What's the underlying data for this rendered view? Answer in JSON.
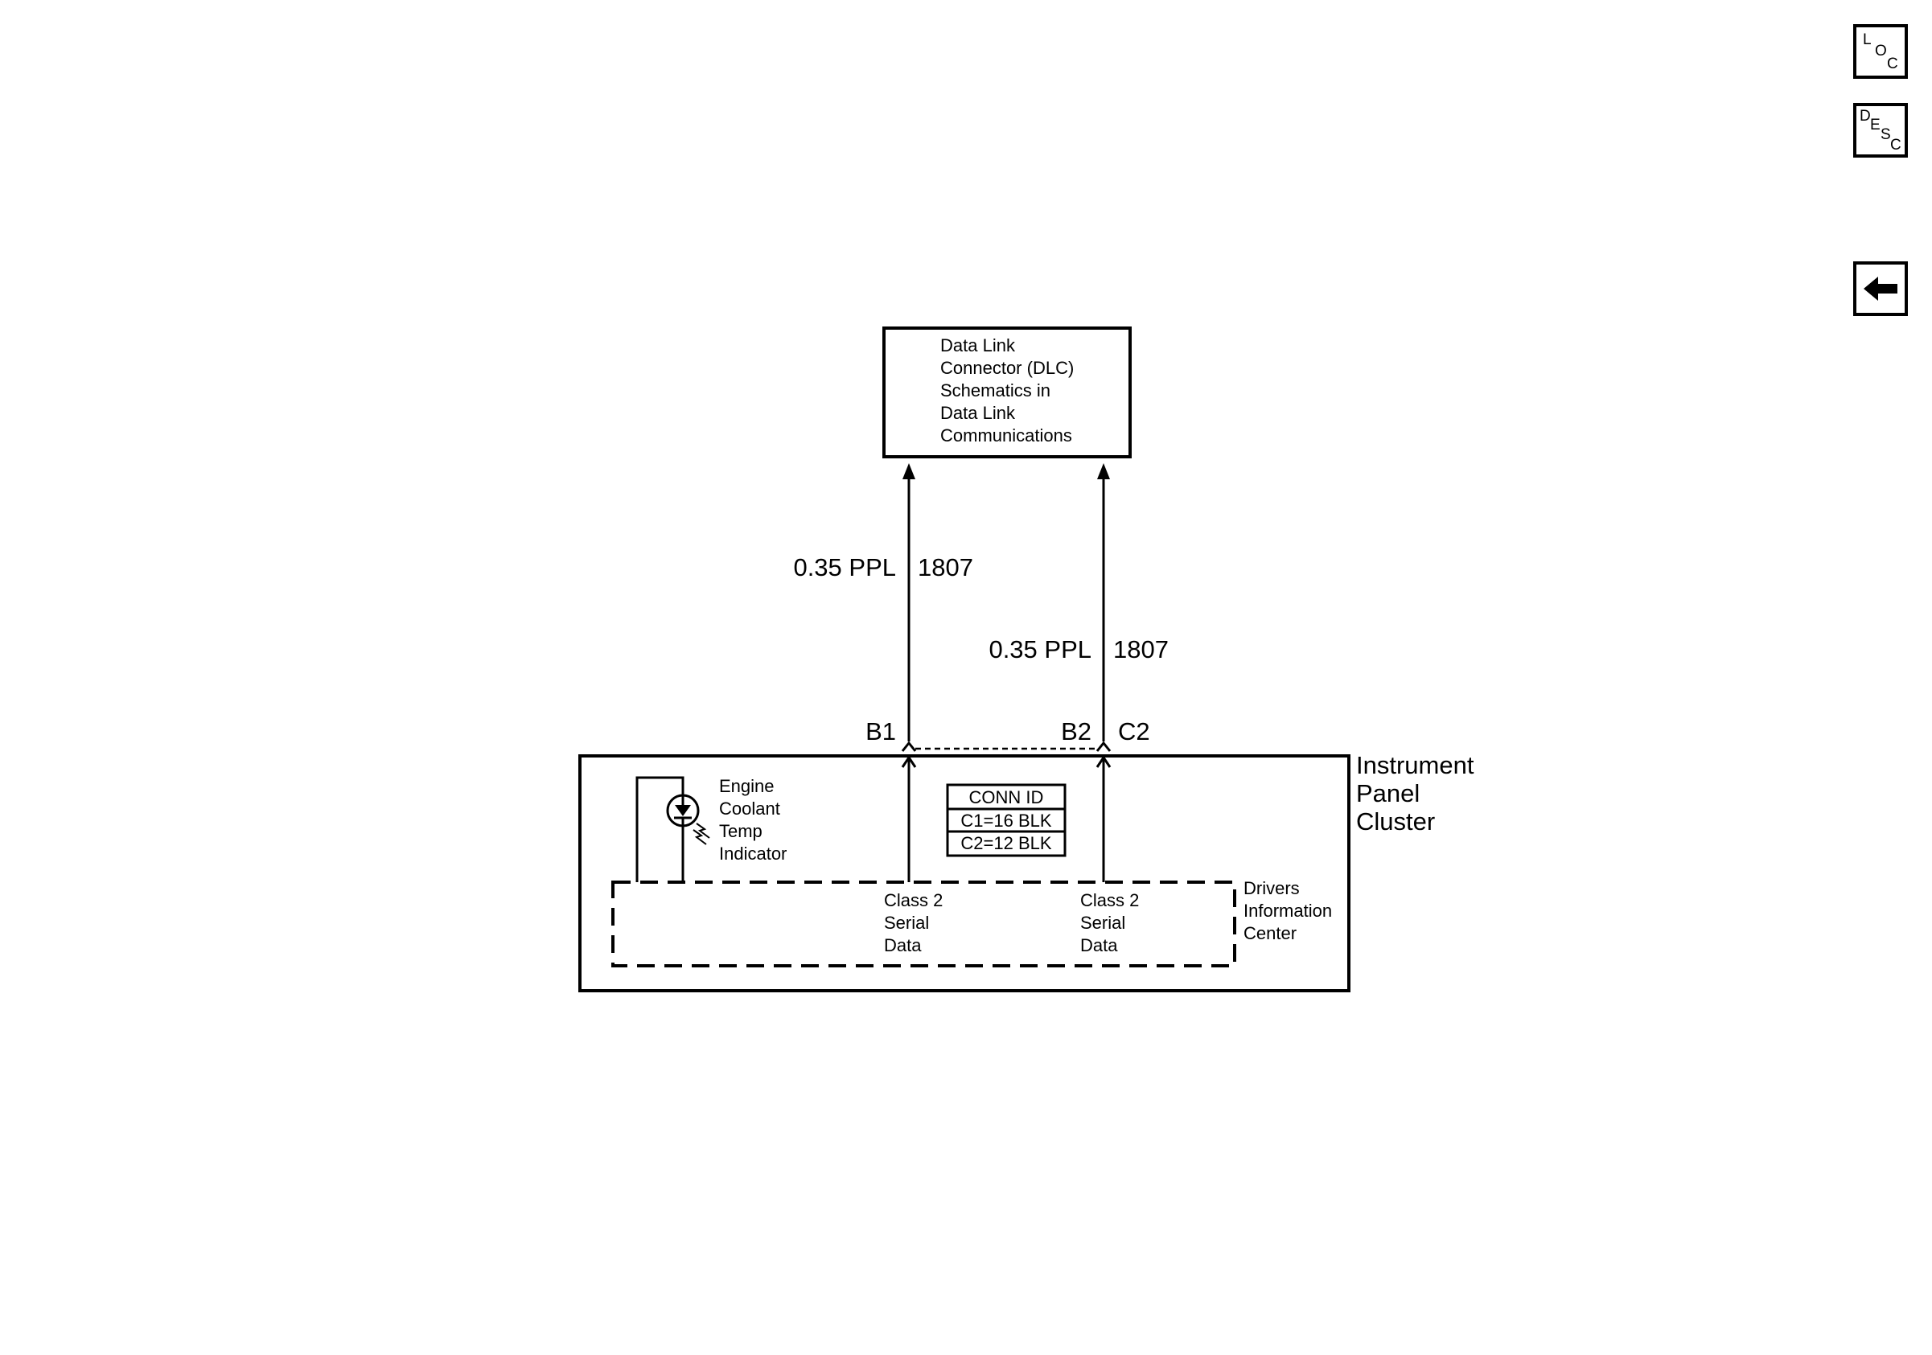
{
  "nav": {
    "loc": [
      "L",
      "O",
      "C"
    ],
    "desc": [
      "D",
      "E",
      "S",
      "C"
    ]
  },
  "dlc_box": {
    "lines": [
      "Data Link",
      "Connector (DLC)",
      "Schematics in",
      "Data Link",
      "Communications"
    ]
  },
  "wire_left": {
    "gauge_color": "0.35 PPL",
    "circuit": "1807"
  },
  "wire_right": {
    "gauge_color": "0.35 PPL",
    "circuit": "1807"
  },
  "pins": {
    "b1": "B1",
    "b2": "B2",
    "c2": "C2"
  },
  "ipc": {
    "lines": [
      "Instrument",
      "Panel",
      "Cluster"
    ]
  },
  "indicator": {
    "lines": [
      "Engine",
      "Coolant",
      "Temp",
      "Indicator"
    ]
  },
  "conn_id": {
    "header": "CONN ID",
    "c1": "C1=16 BLK",
    "c2": "C2=12 BLK"
  },
  "serial_left": {
    "lines": [
      "Class 2",
      "Serial",
      "Data"
    ]
  },
  "serial_right": {
    "lines": [
      "Class 2",
      "Serial",
      "Data"
    ]
  },
  "dic": {
    "lines": [
      "Drivers",
      "Information",
      "Center"
    ]
  }
}
